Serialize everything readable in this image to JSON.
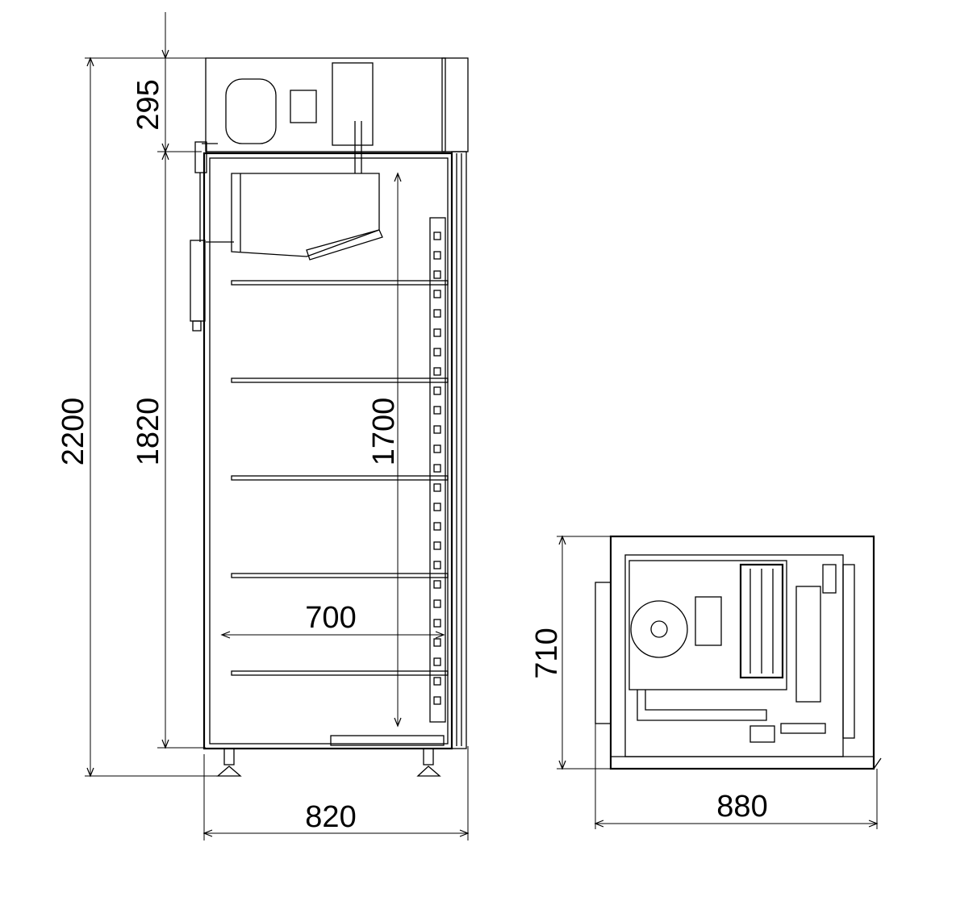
{
  "drawing": {
    "front_view": {
      "overall_height": "2200",
      "top_unit_height": "295",
      "cabinet_height": "1820",
      "interior_height": "1700",
      "interior_width": "700",
      "overall_width": "820",
      "shelf_count": 5
    },
    "top_view": {
      "depth": "710",
      "width": "880"
    }
  }
}
